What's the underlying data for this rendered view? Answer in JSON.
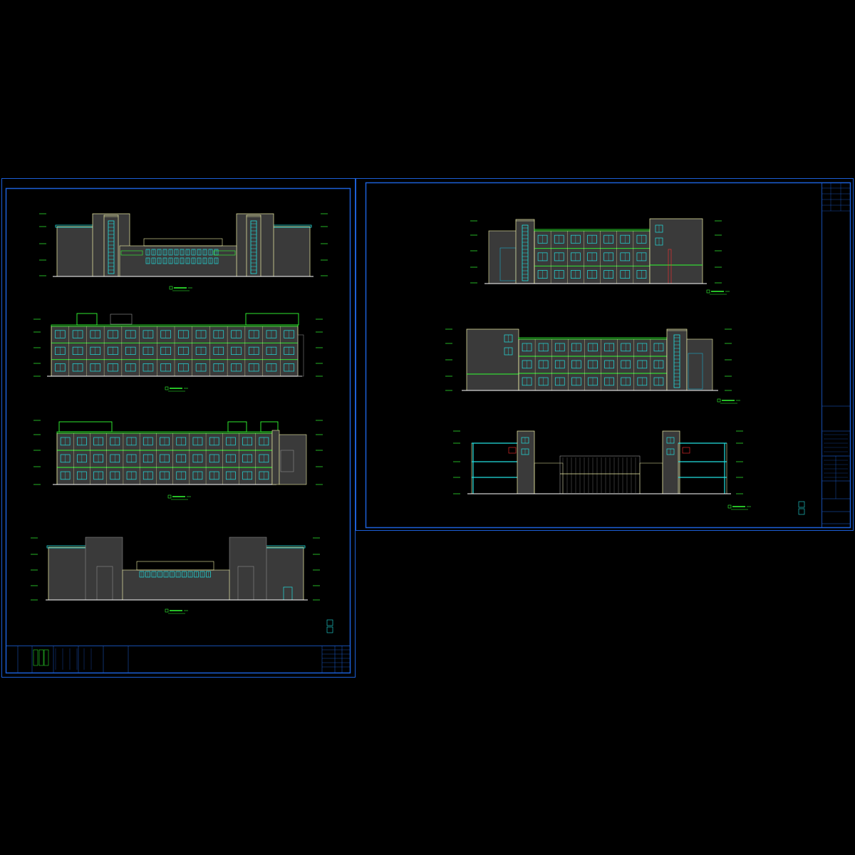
{
  "canvas": {
    "background": "#000000"
  },
  "colors": {
    "frame": "#1c5fd6",
    "facade": "#3a3a3a",
    "facade_line": "#f2f2a8",
    "accent": "#33ff33",
    "window": "#22e0e0",
    "glass": "#19a8c8",
    "ground": "#ffffff",
    "grid": "#9a9a9a",
    "red": "#ff3030",
    "dims": "#33ff33"
  },
  "icons": [
    "north-arrow-icon",
    "title-stamp-icon"
  ],
  "sheets": [
    {
      "name": "sheet-1",
      "drawings": [
        {
          "name": "elevation-1",
          "type": "symmetric-front"
        },
        {
          "name": "elevation-2",
          "type": "long-elevation"
        },
        {
          "name": "elevation-3",
          "type": "long-elevation"
        },
        {
          "name": "elevation-4",
          "type": "symmetric-rear"
        }
      ]
    },
    {
      "name": "sheet-2",
      "drawings": [
        {
          "name": "elevation-5",
          "type": "side-elevation"
        },
        {
          "name": "elevation-6",
          "type": "side-elevation-mirrored"
        },
        {
          "name": "section-1",
          "type": "section"
        }
      ]
    }
  ]
}
